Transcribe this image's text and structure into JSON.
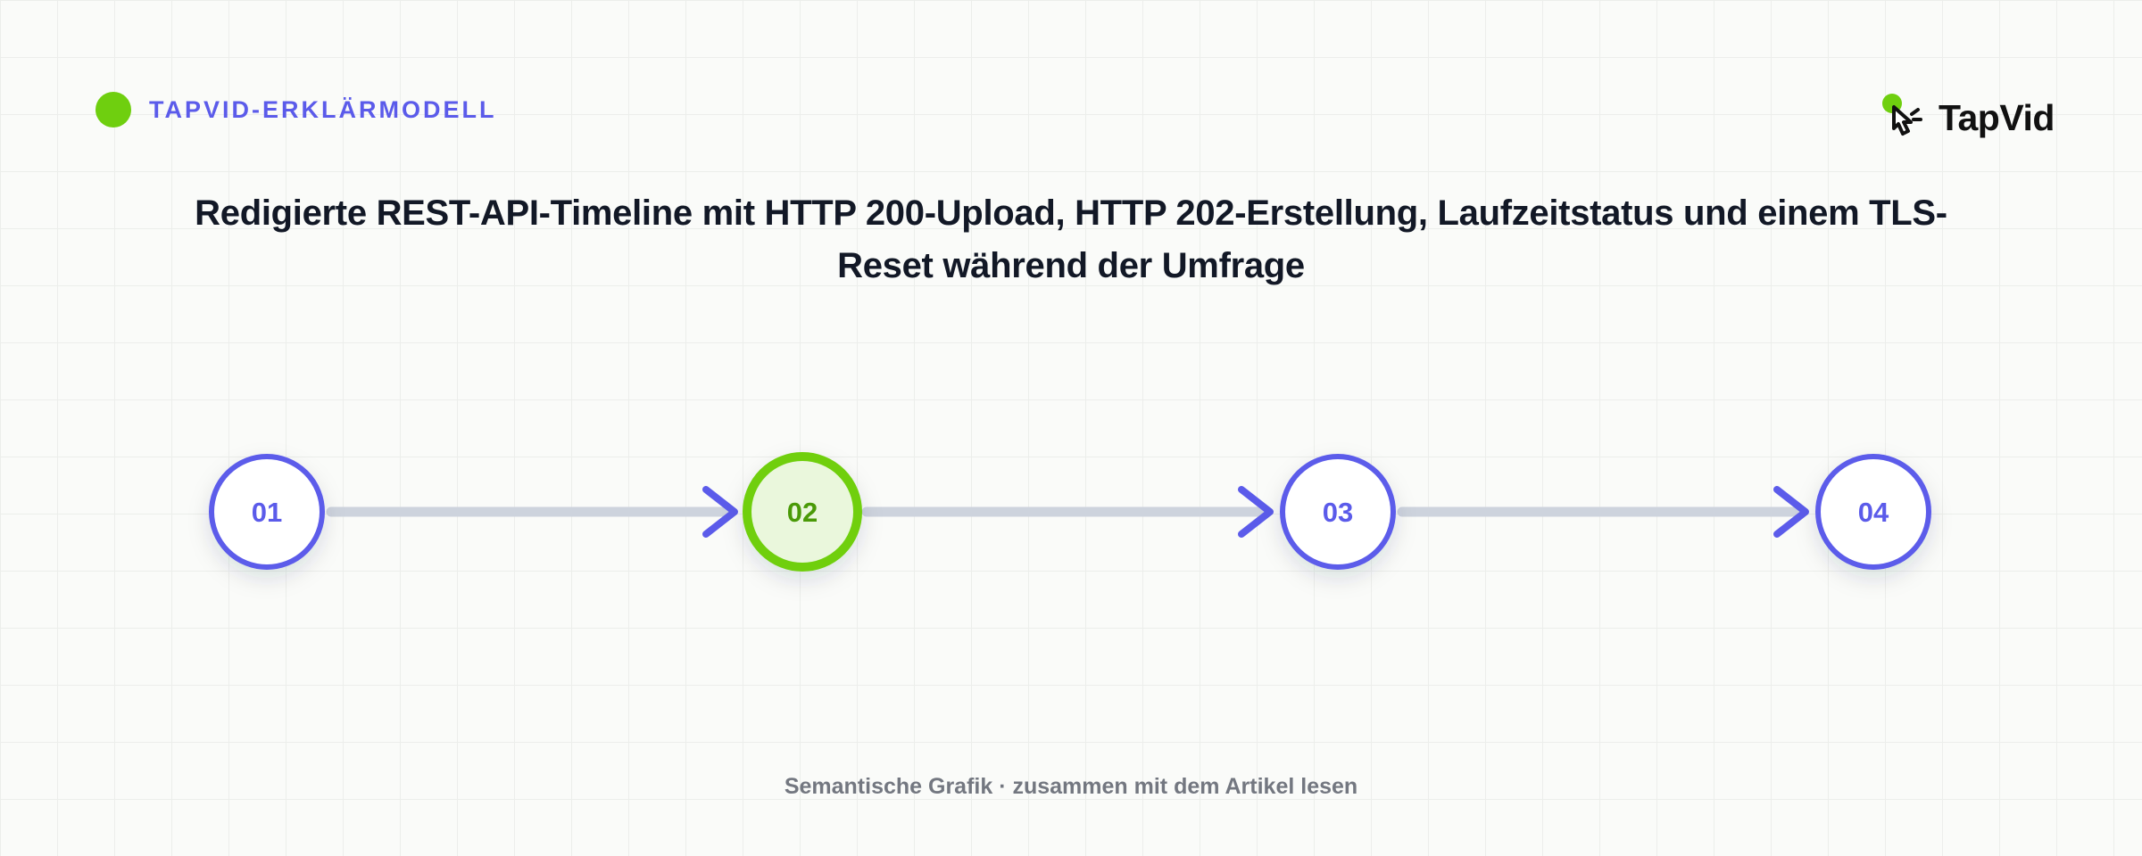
{
  "header": {
    "brand_label": "TAPVID-ERKLÄRMODELL",
    "logo_text": "TapVid",
    "logo_icon": "pointer-hand-icon"
  },
  "title": "Redigierte REST-API-Timeline mit HTTP 200-Upload, HTTP 202-Erstellung, Laufzeitstatus und einem TLS-Reset während der Umfrage",
  "steps": [
    {
      "label": "01",
      "highlighted": false
    },
    {
      "label": "02",
      "highlighted": true
    },
    {
      "label": "03",
      "highlighted": false
    },
    {
      "label": "04",
      "highlighted": false
    }
  ],
  "footer": "Semantische Grafik · zusammen mit dem Artikel lesen",
  "colors": {
    "accent": "#5b5bea",
    "highlight": "#6fcf0f",
    "highlight_fill": "#eaf7dc",
    "connector": "#cdd3dd",
    "title": "#121826",
    "footer": "#737780"
  }
}
